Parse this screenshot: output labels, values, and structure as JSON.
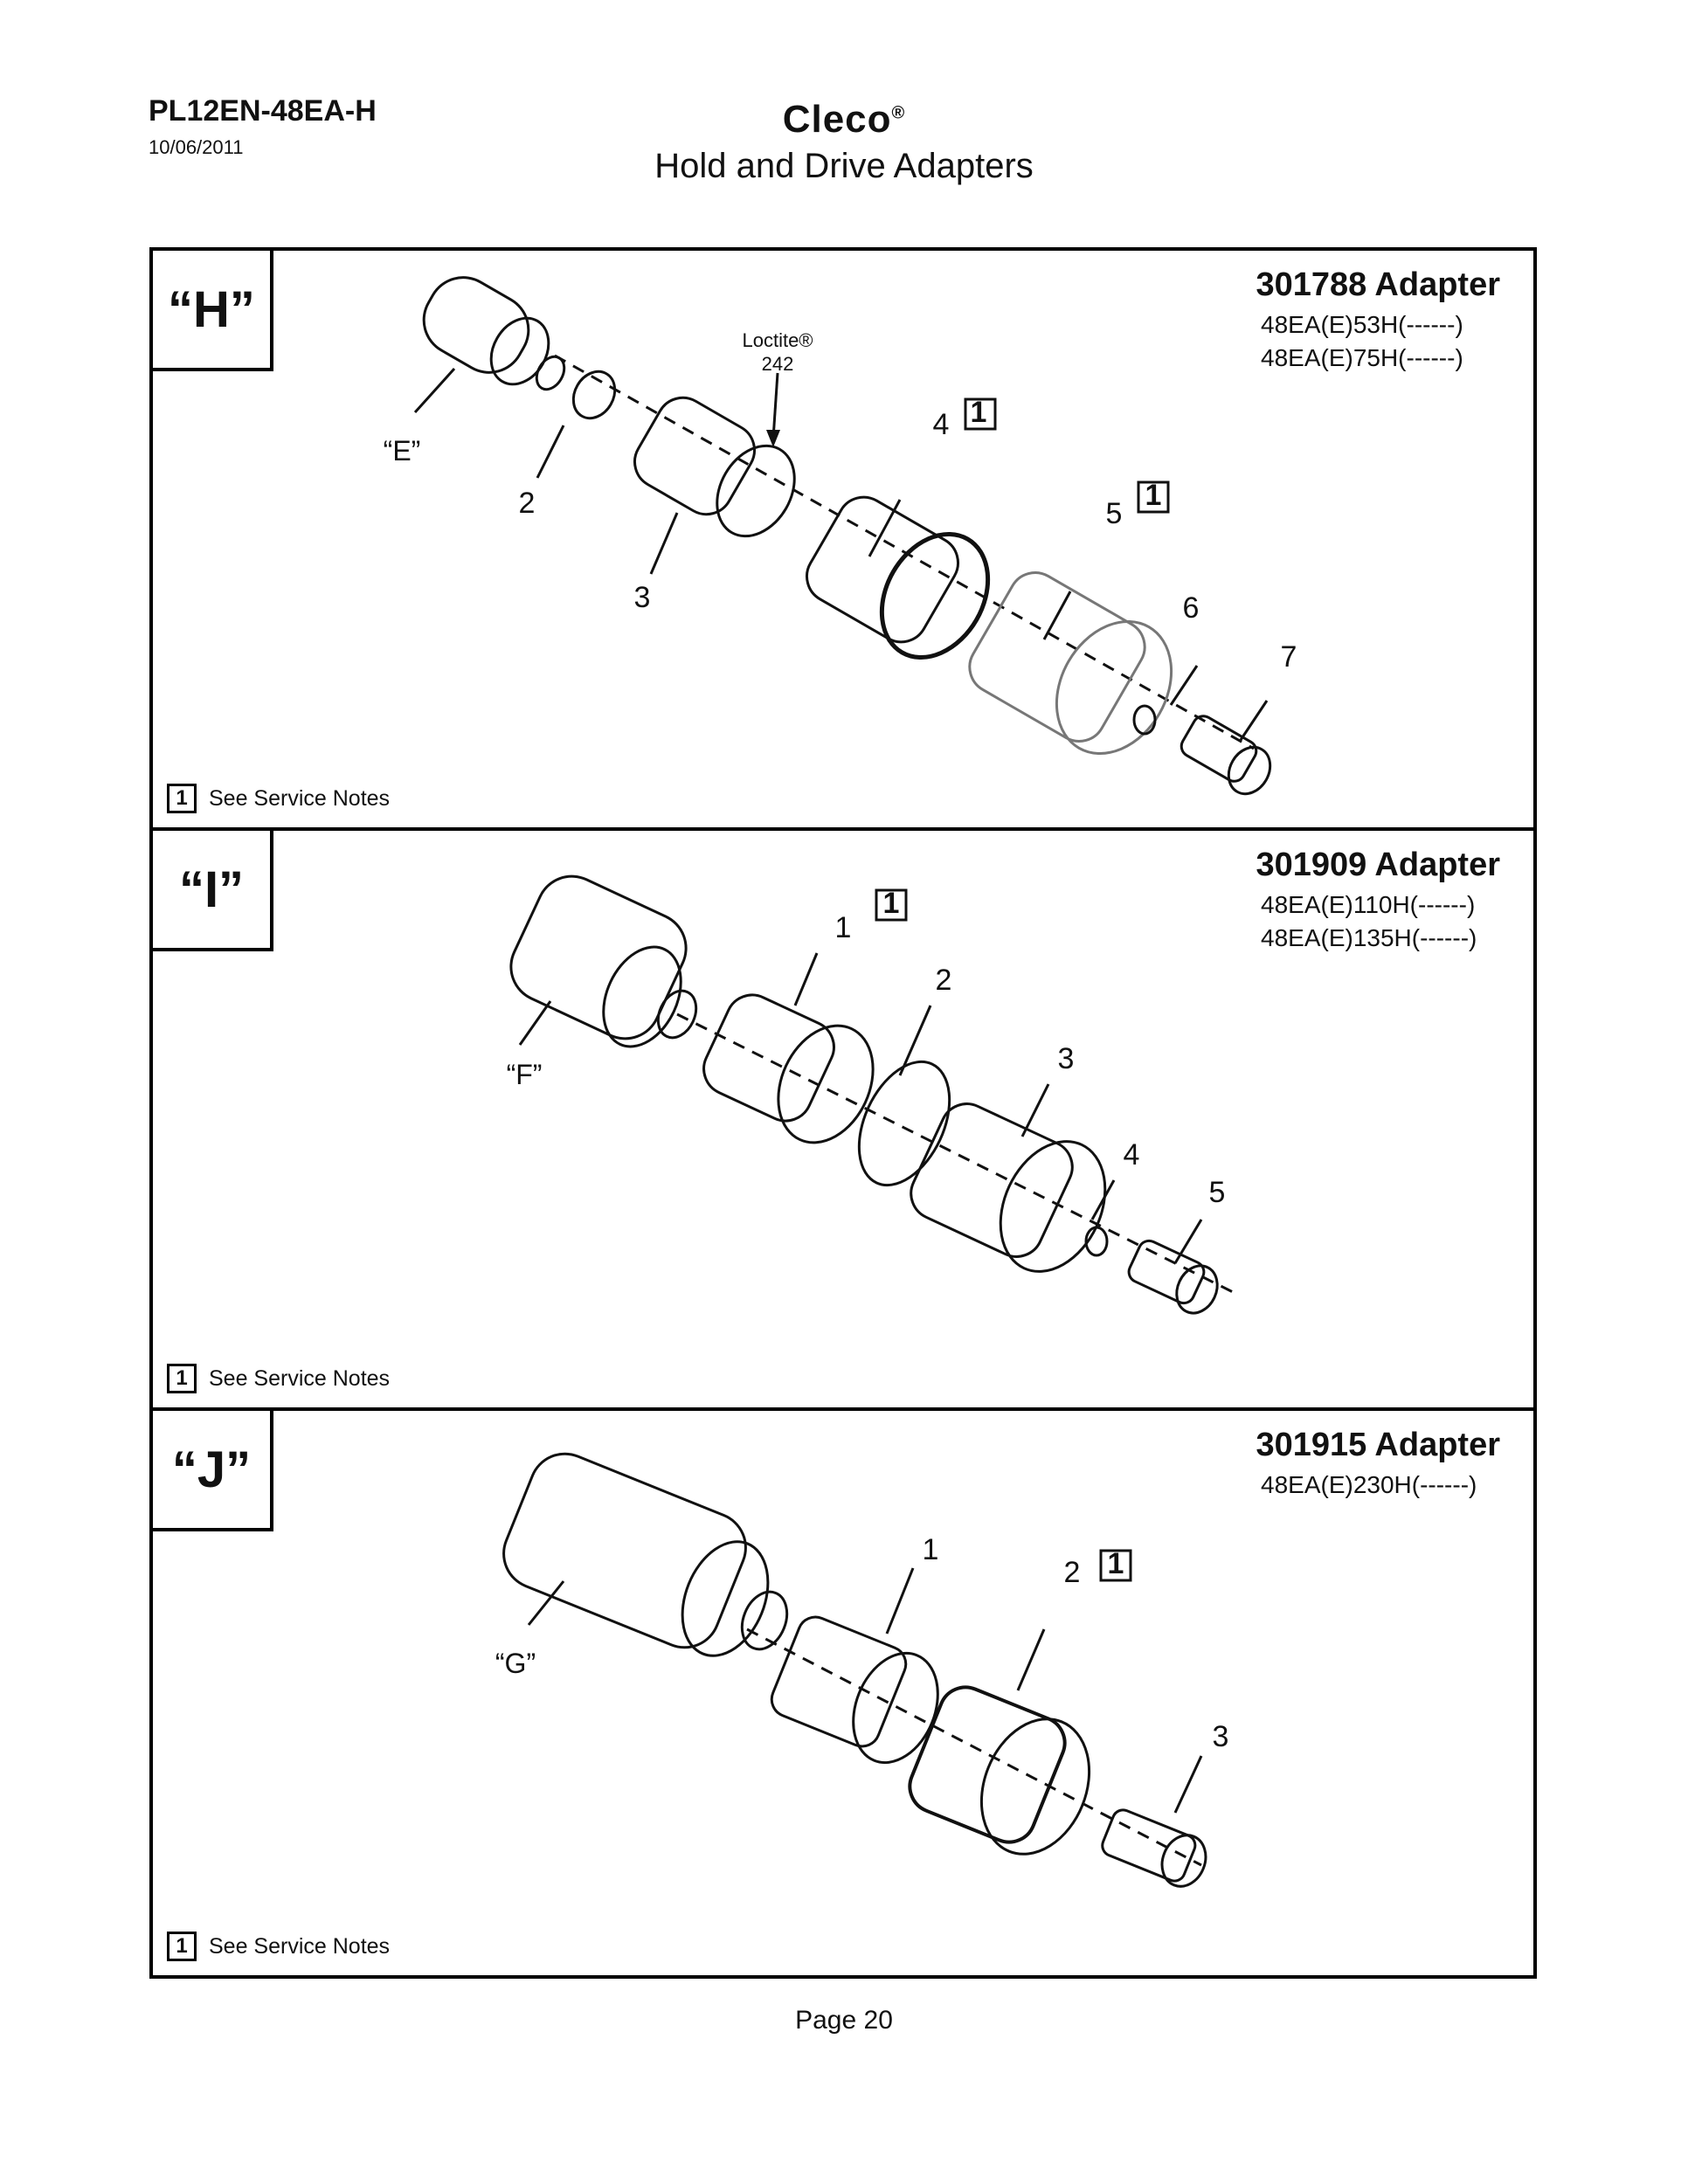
{
  "header": {
    "doc_id": "PL12EN-48EA-H",
    "date": "10/06/2011",
    "brand": "Cleco",
    "brand_mark": "®",
    "subtitle": "Hold and Drive Adapters"
  },
  "panels": [
    {
      "letter": "“H”",
      "title": "301788 Adapter",
      "models": [
        "48EA(E)53H(------)",
        "48EA(E)75H(------)"
      ],
      "ref_label": "“E”",
      "loctite": "Loctite®",
      "loctite_num": "242",
      "callouts": [
        "2",
        "3",
        "4",
        "5",
        "6",
        "7"
      ],
      "note_num": "1",
      "note_text": "See Service Notes"
    },
    {
      "letter": "“I”",
      "title": "301909 Adapter",
      "models": [
        "48EA(E)110H(------)",
        "48EA(E)135H(------)"
      ],
      "ref_label": "“F”",
      "callouts": [
        "1",
        "2",
        "3",
        "4",
        "5"
      ],
      "note_num": "1",
      "note_text": "See Service Notes"
    },
    {
      "letter": "“J”",
      "title": "301915 Adapter",
      "models": [
        "48EA(E)230H(------)"
      ],
      "ref_label": "“G”",
      "callouts": [
        "1",
        "2",
        "3"
      ],
      "note_num": "1",
      "note_text": "See Service Notes"
    }
  ],
  "footer": {
    "page": "Page 20"
  }
}
